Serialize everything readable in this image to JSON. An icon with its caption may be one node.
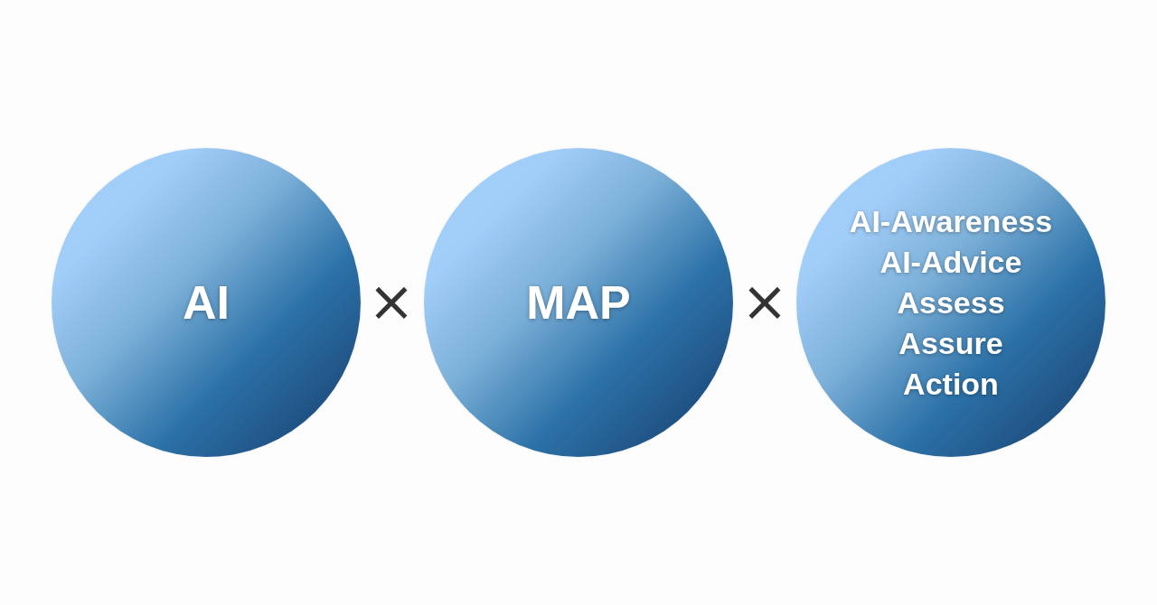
{
  "diagram": {
    "nodes": [
      {
        "text": [
          "AI"
        ]
      },
      {
        "text": [
          "MAP"
        ]
      },
      {
        "text": [
          "AI-Awareness",
          "AI-Advice",
          "Assess",
          "Assure",
          "Action"
        ]
      }
    ],
    "labels": [
      "×",
      "×"
    ]
  }
}
